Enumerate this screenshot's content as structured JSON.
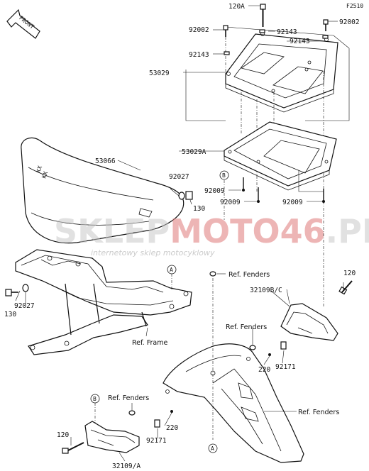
{
  "figure_code": "F2510",
  "front_label": "FRONT",
  "watermark": {
    "part1": "SKLEP",
    "part2": "MOTO",
    "part3": "46",
    "part4": ".PL",
    "subtitle": "internetowy sklep motocyklowy"
  },
  "callouts": {
    "c120A": "120A",
    "c92002_left": "92002",
    "c92002_right": "92002",
    "c92143_a": "92143",
    "c92143_b": "92143",
    "c92143_c": "92143",
    "c53029": "53029",
    "c53029A": "53029A",
    "c53066": "53066",
    "c92027_a": "92027",
    "c92027_b": "92027",
    "c130_a": "130",
    "c130_b": "130",
    "c92009_a": "92009",
    "c92009_b": "92009",
    "c92009_c": "92009",
    "c120_a": "120",
    "c120_b": "120",
    "c32109BC": "32109B/C",
    "c32109A": "32109/A",
    "c220_a": "220",
    "c220_b": "220",
    "c92171_a": "92171",
    "c92171_b": "92171",
    "ref_fenders_1": "Ref. Fenders",
    "ref_fenders_2": "Ref. Fenders",
    "ref_fenders_3": "Ref. Fenders",
    "ref_fenders_4": "Ref. Fenders",
    "ref_frame": "Ref. Frame",
    "markA_1": "A",
    "markA_2": "A",
    "markB_1": "B",
    "markB_2": "B"
  }
}
